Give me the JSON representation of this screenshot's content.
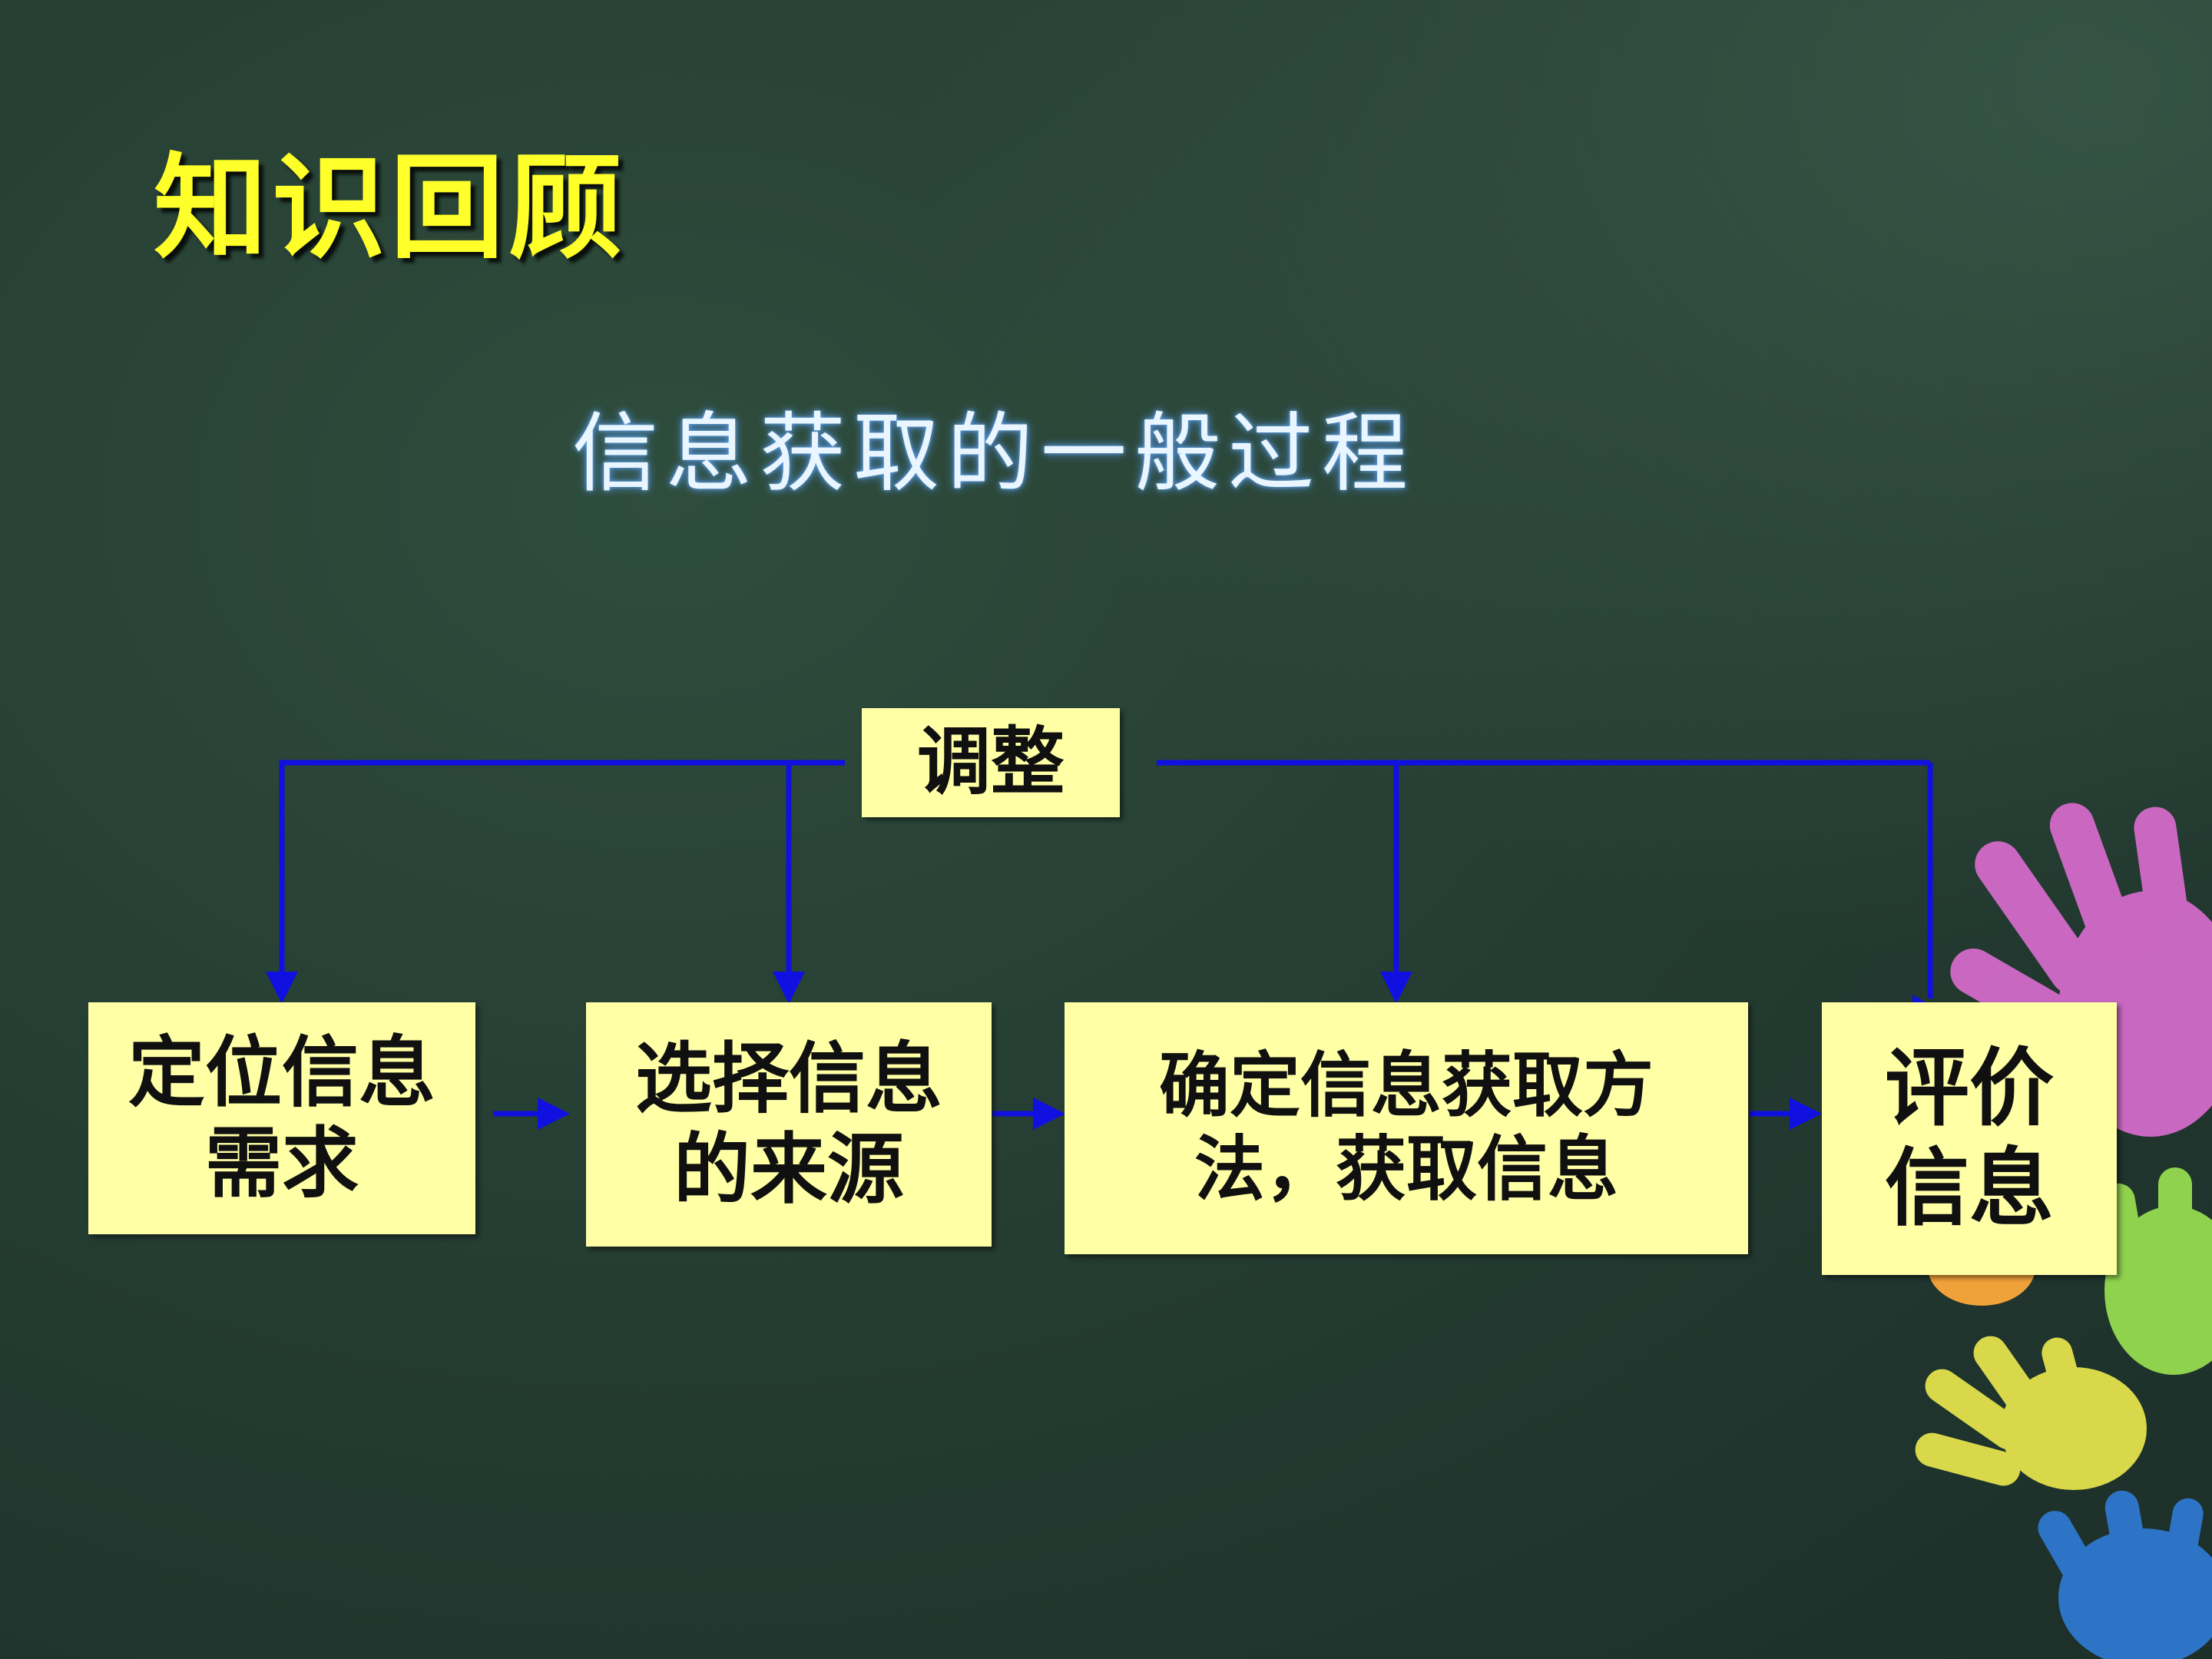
{
  "slide": {
    "title": "知识回顾",
    "subtitle": "信息获取的一般过程"
  },
  "diagram": {
    "feedback": "调整",
    "steps": [
      "定位信息\n需求",
      "选择信息\n的来源",
      "确定信息获取方\n法，获取信息",
      "评价\n信息"
    ]
  },
  "colors": {
    "background": "#253d33",
    "title": "#ffff2a",
    "subtitle": "#eaf6ff",
    "box_fill": "#ffffa6",
    "arrow": "#1010e0"
  }
}
